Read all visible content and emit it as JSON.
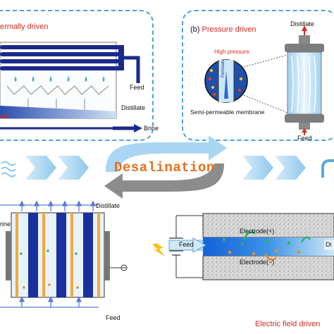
{
  "thermal": {
    "title": "ermally driven",
    "feed": "Feed",
    "distillate": "Distillate",
    "ater": "ater",
    "brine": "Brine"
  },
  "pressure": {
    "title_prefix": "(b) ",
    "title": "Pressure driven",
    "distillate": "Distillate",
    "high_pressure": "High pressure",
    "permeate": "Permeate",
    "membrane": "Semi-permeable membrane",
    "feed": "Feed"
  },
  "center": {
    "label": "Desalination"
  },
  "electrodialysis": {
    "rine": "rine",
    "distillate": "Distillate",
    "feed": "Feed"
  },
  "electric": {
    "electrode_pos": "Electrode(+)",
    "electrode_neg": "Electrode(−)",
    "feed": "Feed",
    "di": "Di",
    "title": "Electric field driven"
  },
  "colors": {
    "panel_border": "#4aa3d8",
    "title_red": "#d8281f",
    "desal_orange": "#e4701b",
    "navy": "#1b2a8a",
    "light_blue": "#b9dcf2"
  }
}
